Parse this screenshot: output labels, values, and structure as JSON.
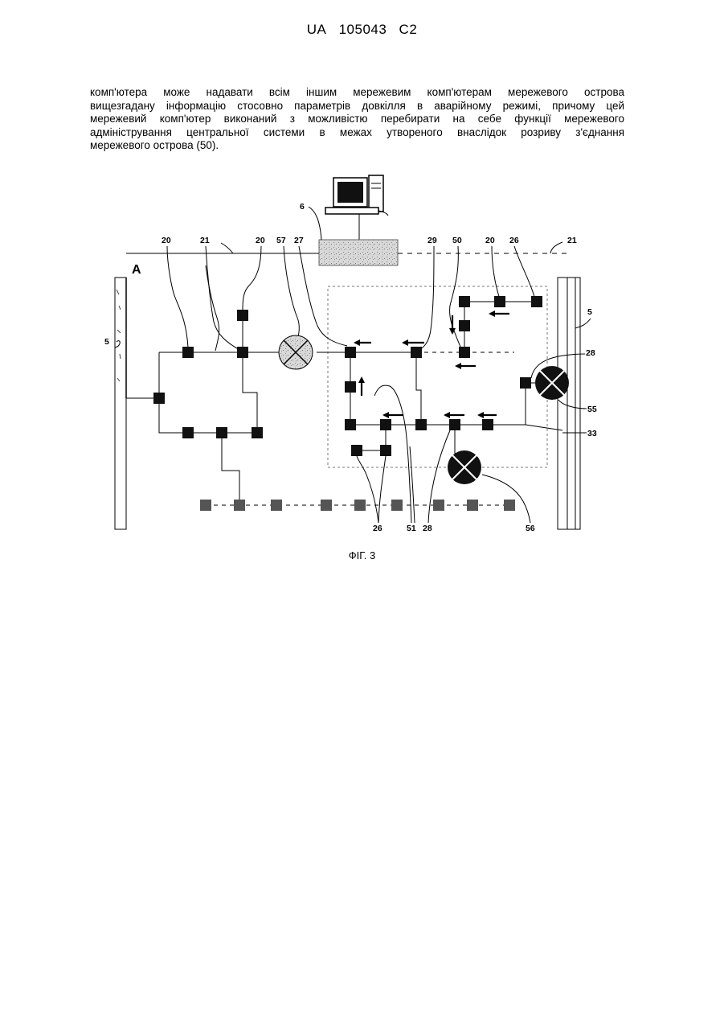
{
  "header": {
    "country": "UA",
    "number": "105043",
    "kind": "C2"
  },
  "paragraph_lines": [
    "комп'ютера може надавати всім іншим мережевим комп'ютерам мережевого острова",
    "вищезгадану інформацію стосовно параметрів довкілля в аварійному режимі, причому цей",
    "мережевий комп'ютер виконаний з можливістю перебирати на себе функції мережевого",
    "адміністрування центральної системи в межах утвореного внаслідок розриву з'єднання",
    "мережевого острова (50)."
  ],
  "figure": {
    "labels": {
      "l6": "6",
      "l20a": "20",
      "l21a": "21",
      "l20b": "20",
      "l57": "57",
      "l27": "27",
      "l29": "29",
      "l50": "50",
      "l20c": "20",
      "l26a": "26",
      "l21b": "21",
      "lA": "A",
      "l5a": "5",
      "l5b": "5",
      "l28a": "28",
      "l55": "55",
      "l33": "33",
      "l26b": "26",
      "l51": "51",
      "l28b": "28",
      "l56": "56"
    },
    "caption": "ФІГ. 3"
  }
}
